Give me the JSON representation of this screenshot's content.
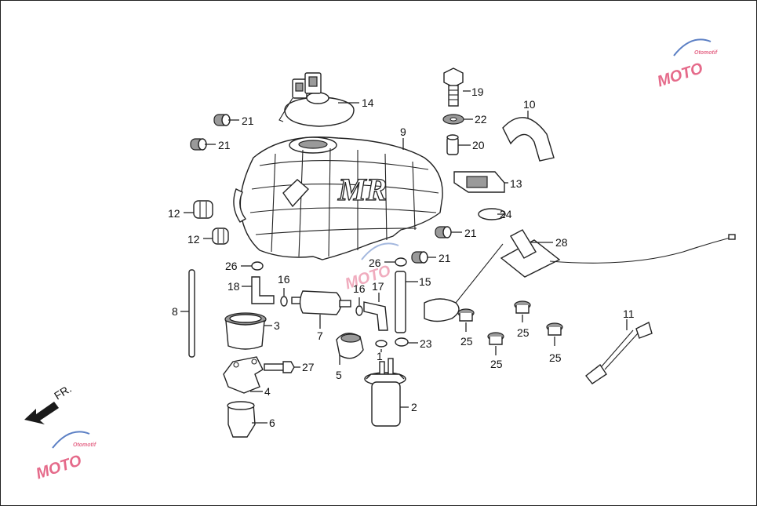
{
  "diagram": {
    "callouts": [
      {
        "id": "c14",
        "label": "14"
      },
      {
        "id": "c21a",
        "label": "21"
      },
      {
        "id": "c21b",
        "label": "21"
      },
      {
        "id": "c9",
        "label": "9"
      },
      {
        "id": "c19",
        "label": "19"
      },
      {
        "id": "c22",
        "label": "22"
      },
      {
        "id": "c20",
        "label": "20"
      },
      {
        "id": "c10",
        "label": "10"
      },
      {
        "id": "c13",
        "label": "13"
      },
      {
        "id": "c24",
        "label": "24"
      },
      {
        "id": "c12a",
        "label": "12"
      },
      {
        "id": "c12b",
        "label": "12"
      },
      {
        "id": "c21c",
        "label": "21"
      },
      {
        "id": "c21d",
        "label": "21"
      },
      {
        "id": "c28",
        "label": "28"
      },
      {
        "id": "c26a",
        "label": "26"
      },
      {
        "id": "c26b",
        "label": "26"
      },
      {
        "id": "c16a",
        "label": "16"
      },
      {
        "id": "c16b",
        "label": "16"
      },
      {
        "id": "c18",
        "label": "18"
      },
      {
        "id": "c17",
        "label": "17"
      },
      {
        "id": "c15",
        "label": "15"
      },
      {
        "id": "c8",
        "label": "8"
      },
      {
        "id": "c3",
        "label": "3"
      },
      {
        "id": "c7",
        "label": "7"
      },
      {
        "id": "c25a",
        "label": "25"
      },
      {
        "id": "c25b",
        "label": "25"
      },
      {
        "id": "c25c",
        "label": "25"
      },
      {
        "id": "c25d",
        "label": "25"
      },
      {
        "id": "c11",
        "label": "11"
      },
      {
        "id": "c23",
        "label": "23"
      },
      {
        "id": "c1",
        "label": "1"
      },
      {
        "id": "c5",
        "label": "5"
      },
      {
        "id": "c27",
        "label": "27"
      },
      {
        "id": "c4",
        "label": "4"
      },
      {
        "id": "c2",
        "label": "2"
      },
      {
        "id": "c6",
        "label": "6"
      }
    ],
    "direction_label": "FR.",
    "tank_logo": "MR",
    "watermark_text": "MOTO",
    "watermark_subtext": "Otomotif"
  },
  "colors": {
    "line": "#222222",
    "shade": "#9a9a9a",
    "watermark": "#e56a8a",
    "watermark_blue": "#5b7fc4"
  }
}
